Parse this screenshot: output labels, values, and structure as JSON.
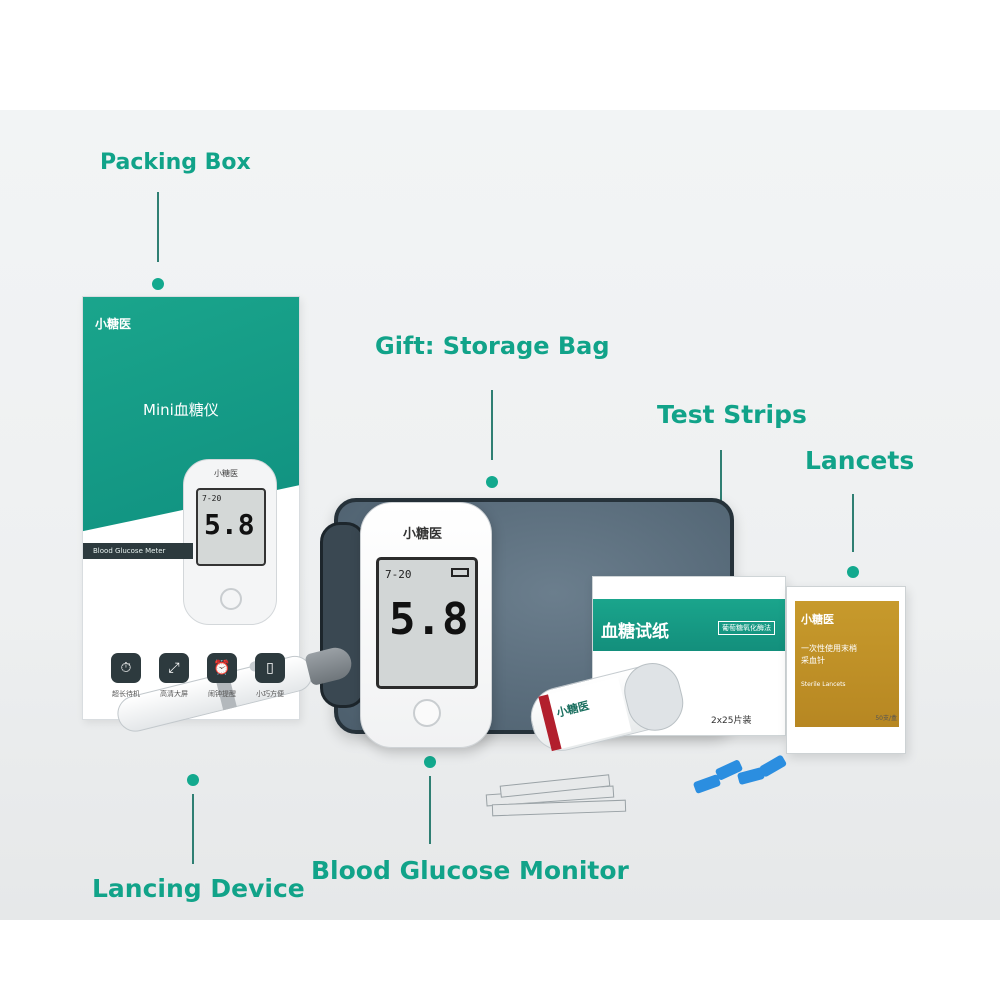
{
  "labels": {
    "packing_box": "Packing Box",
    "storage_bag": "Gift: Storage Bag",
    "test_strips": "Test Strips",
    "lancets": "Lancets",
    "blood_glucose_monitor": "Blood Glucose Monitor",
    "lancing_device": "Lancing Device"
  },
  "box": {
    "brand": "小糖医",
    "title": "Mini血糖仪",
    "band": "Blood Glucose Meter",
    "icons": [
      {
        "glyph": "⏱",
        "caption": "超长待机"
      },
      {
        "glyph": "⤢",
        "caption": "高清大屏"
      },
      {
        "glyph": "⏰",
        "caption": "闹钟提醒"
      },
      {
        "glyph": "▯",
        "caption": "小巧方便"
      }
    ]
  },
  "meter": {
    "brand": "小糖医",
    "time": "7-20",
    "reading": "5.8"
  },
  "strips": {
    "title": "血糖试纸",
    "sub": "葡萄糖氧化酶法",
    "count": "2x25片装"
  },
  "vial": {
    "label": "小糖医"
  },
  "lancets_box": {
    "brand": "小糖医",
    "line1": "一次性使用末梢",
    "line2": "采血针",
    "line3": "Sterile Lancets",
    "qty": "50支/盒"
  },
  "colors": {
    "accent": "#13a98e",
    "label_text": "#11a389",
    "bag": "#586b7a",
    "lancets_face": "#c79a2c",
    "lancet_tip": "#2b8ee0"
  }
}
